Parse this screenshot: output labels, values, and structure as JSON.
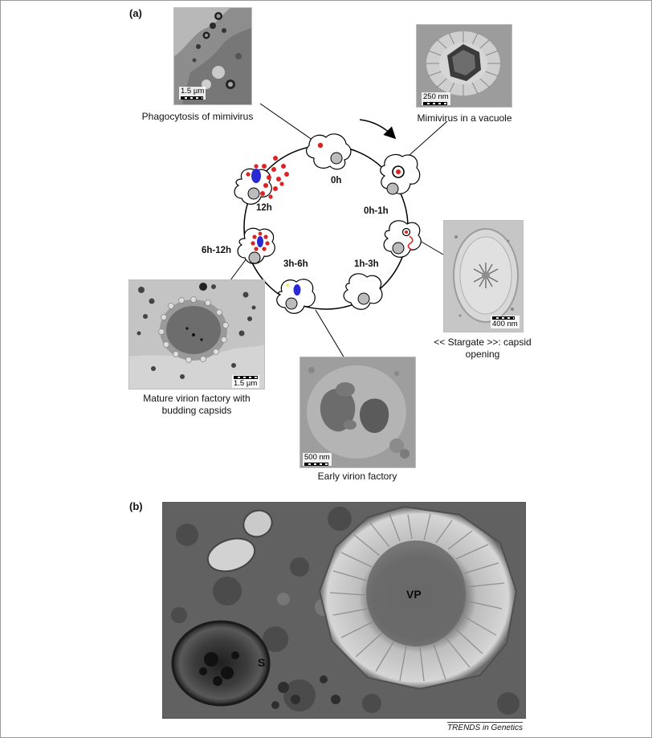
{
  "panels": {
    "a": "(a)",
    "b": "(b)"
  },
  "images": {
    "phagocytosis": {
      "caption": "Phagocytosis of mimivirus",
      "scale": "1.5 µm"
    },
    "vacuole": {
      "caption": "Mimivirus in a vacuole",
      "scale": "250 nm"
    },
    "stargate": {
      "caption": "<< Stargate >>: capsid opening",
      "scale": "400 nm"
    },
    "mature": {
      "caption": "Mature virion factory with budding capsids",
      "scale": "1.5 µm"
    },
    "early": {
      "caption": "Early virion factory",
      "scale": "500 nm"
    }
  },
  "stages": [
    "0h",
    "0h-1h",
    "1h-3h",
    "3h-6h",
    "6h-12h",
    "12h"
  ],
  "panel_b": {
    "vp": "VP",
    "s": "S"
  },
  "footer": "TRENDS in Genetics"
}
